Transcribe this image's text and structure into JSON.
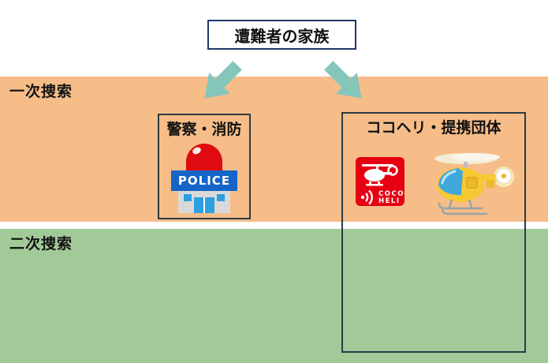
{
  "diagram": {
    "title_box": {
      "label": "遭難者の家族"
    },
    "bands": {
      "primary": {
        "label": "一次捜索",
        "color": "#f6bd88"
      },
      "secondary": {
        "label": "二次捜索",
        "color": "#a2ca98"
      }
    },
    "police_box": {
      "label": "警察・消防",
      "sign_text": "POLICE"
    },
    "cocoheli_box": {
      "label": "ココヘリ・提携団体",
      "logo_line1": "COCO",
      "logo_line2": "HELI"
    },
    "colors": {
      "arrow_teal": "#85c6bb",
      "primary_band_orange": "#f6bd88",
      "secondary_band_green": "#a2ca98",
      "title_border_navy": "#1f3864",
      "box_border_dark": "#2b3a46",
      "cocoheli_red": "#e60012",
      "police_sign_blue": "#1565c8",
      "police_lamp_red": "#e00b10",
      "helicopter_yellow": "#f6c833",
      "helicopter_canopy_blue": "#3fa9dc"
    }
  }
}
